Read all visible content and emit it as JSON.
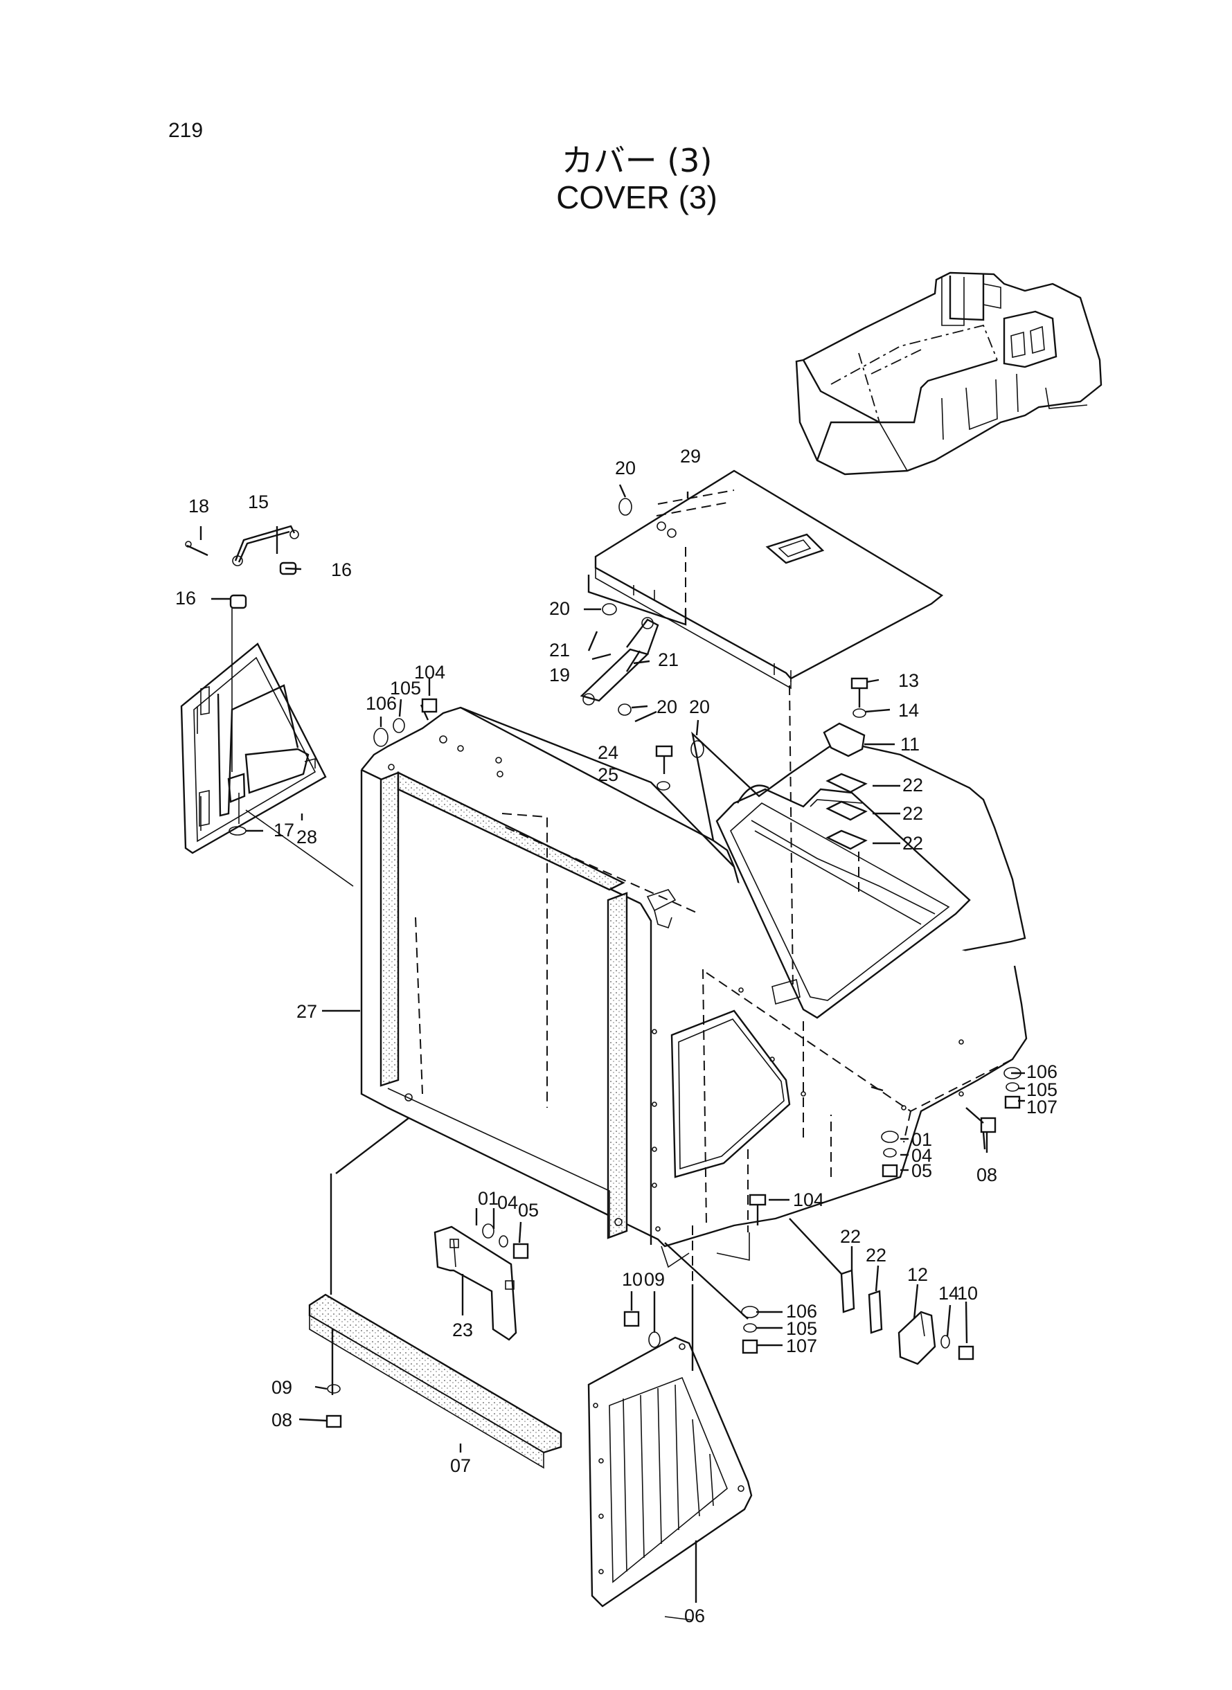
{
  "page": {
    "number": "219",
    "title_ja": "カバー (3)",
    "title_en": "COVER (3)"
  },
  "callouts": {
    "c18": "18",
    "c15": "15",
    "c16a": "16",
    "c16b": "16",
    "c17": "17",
    "c28": "28",
    "c20a": "20",
    "c29": "29",
    "c20b": "20",
    "c21a": "21",
    "c21b": "21",
    "c19": "19",
    "c20c": "20",
    "c20d": "20",
    "c24": "24",
    "c25": "25",
    "c106a": "106",
    "c105a": "105",
    "c104a": "104",
    "c13": "13",
    "c14a": "14",
    "c11": "11",
    "c22a": "22",
    "c22b": "22",
    "c22c": "22",
    "c27": "27",
    "c106b": "106",
    "c105b": "105",
    "c107a": "107",
    "c08a": "08",
    "c01a": "01",
    "c04a": "04",
    "c05a": "05",
    "c01b": "01",
    "c04b": "04",
    "c05b": "05",
    "c23": "23",
    "c104b": "104",
    "c10a": "10",
    "c09a": "09",
    "c106c": "106",
    "c105c": "105",
    "c107b": "107",
    "c22d": "22",
    "c22e": "22",
    "c12": "12",
    "c14b": "14",
    "c10b": "10",
    "c09b": "09",
    "c08b": "08",
    "c07": "07",
    "c06": "06"
  }
}
